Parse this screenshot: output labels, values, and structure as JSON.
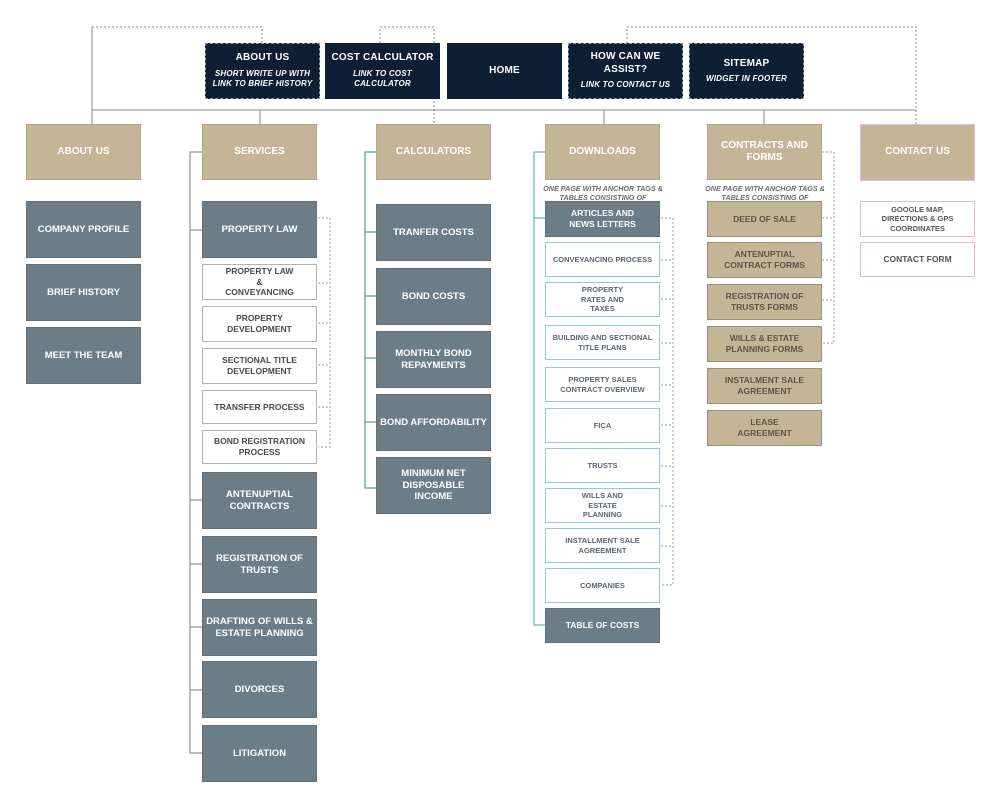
{
  "top_nav": [
    {
      "key": "about",
      "title": "ABOUT US",
      "sub": "SHORT WRITE UP WITH LINK TO BRIEF HISTORY"
    },
    {
      "key": "cost",
      "title": "COST CALCULATOR",
      "sub": "LINK TO COST CALCULATOR"
    },
    {
      "key": "home",
      "title": "HOME",
      "sub": ""
    },
    {
      "key": "assist",
      "title": "HOW CAN WE ASSIST?",
      "sub": "LINK TO CONTACT US"
    },
    {
      "key": "sitemap",
      "title": "SITEMAP",
      "sub": "WIDGET IN FOOTER"
    }
  ],
  "sections": {
    "about": {
      "title": "ABOUT US",
      "items": [
        "COMPANY PROFILE",
        "BRIEF HISTORY",
        "MEET THE TEAM"
      ]
    },
    "services": {
      "title": "SERVICES",
      "items": [
        "PROPERTY LAW",
        "ANTENUPTIAL CONTRACTS",
        "REGISTRATION OF TRUSTS",
        "DRAFTING OF WILLS & ESTATE PLANNING",
        "DIVORCES",
        "LITIGATION"
      ],
      "sub_items": [
        "PROPERTY LAW & CONVEYANCING",
        "PROPERTY DEVELOPMENT",
        "SECTIONAL TITLE DEVELOPMENT",
        "TRANSFER PROCESS",
        "BOND REGISTRATION PROCESS"
      ]
    },
    "calculators": {
      "title": "CALCULATORS",
      "items": [
        "TRANFER COSTS",
        "BOND COSTS",
        "MONTHLY BOND REPAYMENTS",
        "BOND AFFORDABILITY",
        "MINIMUM NET DISPOSABLE INCOME"
      ]
    },
    "downloads": {
      "title": "DOWNLOADS",
      "note": "ONE PAGE WITH ANCHOR TAGS & TABLES CONSISTING OF",
      "items": [
        "ARTICLES AND NEWS LETTERS",
        "TABLE OF COSTS"
      ],
      "sub_items": [
        "CONVEYANCING PROCESS",
        "PROPERTY RATES AND TAXES",
        "BUILDING AND SECTIONAL TITLE PLANS",
        "PROPERTY SALES CONTRACT OVERVIEW",
        "FICA",
        "TRUSTS",
        "WILLS AND ESTATE PLANNING",
        "INSTALLMENT SALE AGREEMENT",
        "COMPANIES"
      ]
    },
    "contracts": {
      "title": "CONTRACTS AND FORMS",
      "note": "ONE PAGE WITH ANCHOR TAGS & TABLES CONSISTING OF",
      "items": [
        "DEED OF SALE",
        "ANTENUPTIAL CONTRACT FORMS",
        "REGISTRATION OF TRUSTS FORMS",
        "WILLS & ESTATE PLANNING FORMS",
        "INSTALMENT SALE AGREEMENT",
        "LEASE AGREEMENT"
      ]
    },
    "contact": {
      "title": "CONTACT US",
      "items": [
        "GOOGLE MAP, DIRECTIONS & GPS COORDINATES",
        "CONTACT FORM"
      ]
    }
  },
  "colors": {
    "navy": "#0e1e34",
    "tan": "#c4b596",
    "slate": "#6d7d87",
    "teal": "#8ccfcf",
    "pink": "#e9b7d9"
  }
}
